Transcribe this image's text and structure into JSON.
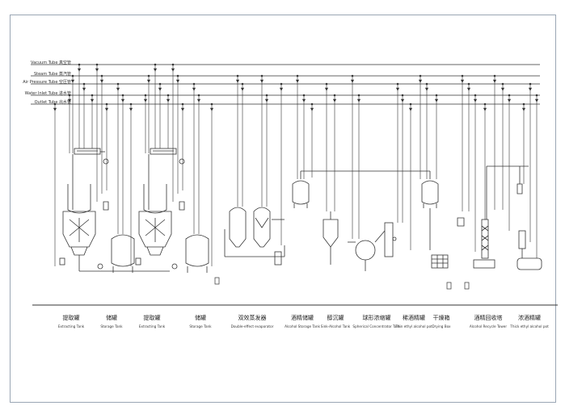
{
  "diagram": {
    "pipes": [
      {
        "key": "vacuum",
        "label": "Vacuum Tube 真空管"
      },
      {
        "key": "steam",
        "label": "Steam Tube 蒸汽管"
      },
      {
        "key": "air",
        "label": "Air Pressure Tube 空压管"
      },
      {
        "key": "water",
        "label": "Water Inlet Tube 进水管"
      },
      {
        "key": "outlet",
        "label": "Outlet Tube 出水管"
      }
    ],
    "equipment": [
      {
        "cn": "提取罐",
        "en": "Extracting Tank"
      },
      {
        "cn": "储罐",
        "en": "Storage Tank"
      },
      {
        "cn": "提取罐",
        "en": "Extracting Tank"
      },
      {
        "cn": "储罐",
        "en": "Storage Tank"
      },
      {
        "cn": "双效蒸发器",
        "en": "Double-effect evaporator"
      },
      {
        "cn": "酒精储罐",
        "en": "Alcohol Storage Tank"
      },
      {
        "cn": "醇沉罐",
        "en": "Sink-Alcohol Tank"
      },
      {
        "cn": "球形浓缩罐",
        "en": "Spherical Concentrator Tank"
      },
      {
        "cn": "稀酒精罐",
        "en": "Thin ethyl alcohol pot"
      },
      {
        "cn": "干燥箱",
        "en": "Drying Box"
      },
      {
        "cn": "酒精回收塔",
        "en": "Alcohol Recycle Tower"
      },
      {
        "cn": "浓酒精罐",
        "en": "Thick ethyl alcohol pot"
      }
    ]
  }
}
